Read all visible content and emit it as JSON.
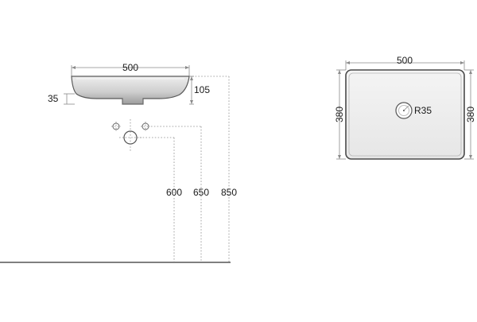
{
  "front_view": {
    "width_label": "500",
    "height_label": "105",
    "rim_label": "35",
    "dim_600": "600",
    "dim_650": "650",
    "dim_850": "850"
  },
  "top_view": {
    "width_label": "500",
    "depth_left_label": "380",
    "depth_right_label": "380",
    "drain_label": "R35"
  },
  "colors": {
    "basin_fill_top": "#e6e6e6",
    "basin_fill_bottom": "#a8a8a8",
    "dimension_line": "#8a8a8a",
    "outline": "#5a5a5a"
  }
}
